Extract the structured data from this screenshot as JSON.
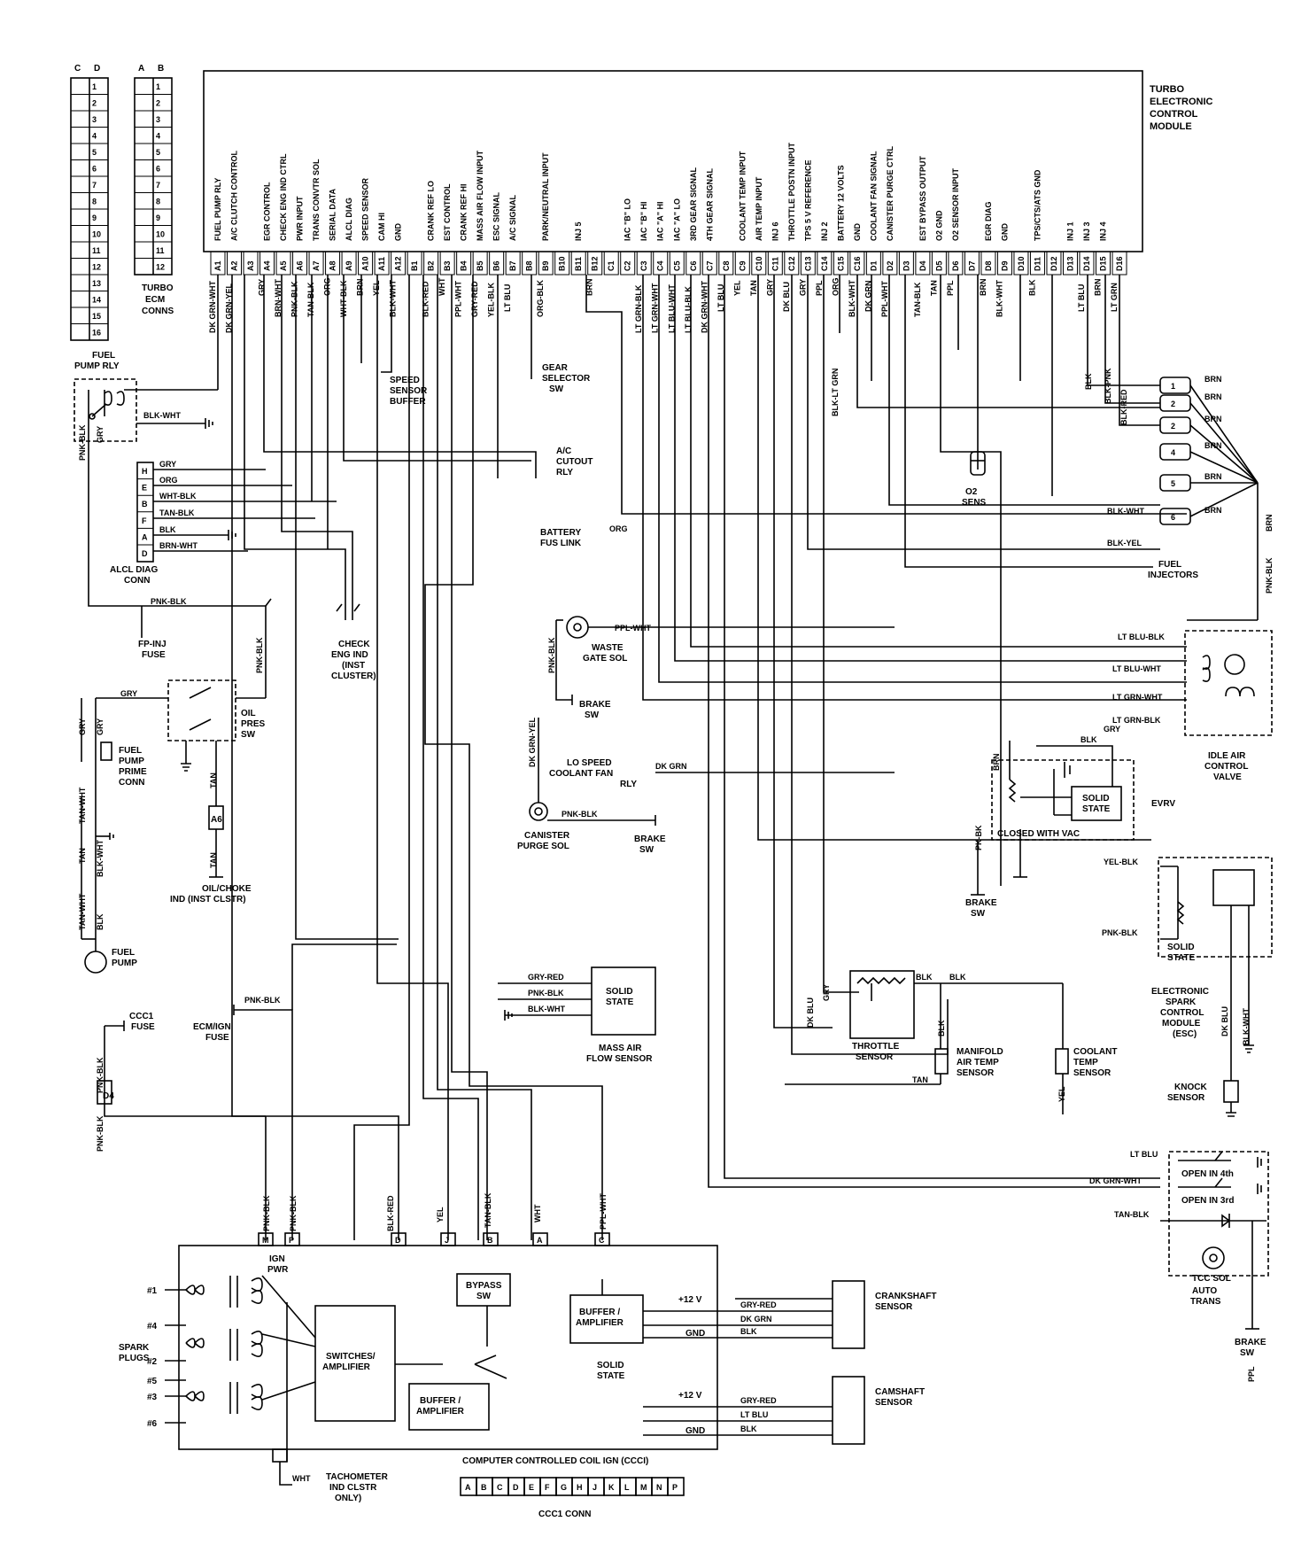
{
  "ecm": {
    "title": [
      "TURBO",
      "ELECTRONIC",
      "CONTROL",
      "MODULE"
    ],
    "pins": [
      {
        "pin": "A1",
        "func": "FUEL PUMP RLY",
        "wire": "DK GRN-WHT"
      },
      {
        "pin": "A2",
        "func": "A/C CLUTCH CONTROL",
        "wire": "DK GRN-YEL"
      },
      {
        "pin": "A3",
        "func": "",
        "wire": ""
      },
      {
        "pin": "A4",
        "func": "EGR CONTROL",
        "wire": "GRY"
      },
      {
        "pin": "A5",
        "func": "CHECK ENG IND CTRL",
        "wire": "BRN-WHT"
      },
      {
        "pin": "A6",
        "func": "PWR INPUT",
        "wire": "PNK-BLK"
      },
      {
        "pin": "A7",
        "func": "TRANS CONVTR SOL",
        "wire": "TAN-BLK"
      },
      {
        "pin": "A8",
        "func": "SERIAL DATA",
        "wire": "ORG"
      },
      {
        "pin": "A9",
        "func": "ALCL DIAG",
        "wire": "WHT-BLK"
      },
      {
        "pin": "A10",
        "func": "SPEED SENSOR",
        "wire": "BRN"
      },
      {
        "pin": "A11",
        "func": "CAM HI",
        "wire": "YEL"
      },
      {
        "pin": "A12",
        "func": "GND",
        "wire": "BLK-WHT"
      },
      {
        "pin": "B1",
        "func": "",
        "wire": ""
      },
      {
        "pin": "B2",
        "func": "CRANK REF LO",
        "wire": "BLK-RED"
      },
      {
        "pin": "B3",
        "func": "EST CONTROL",
        "wire": "WHT"
      },
      {
        "pin": "B4",
        "func": "CRANK REF HI",
        "wire": "PPL-WHT"
      },
      {
        "pin": "B5",
        "func": "MASS AIR FLOW INPUT",
        "wire": "GRY-RED"
      },
      {
        "pin": "B6",
        "func": "ESC SIGNAL",
        "wire": "YEL-BLK"
      },
      {
        "pin": "B7",
        "func": "A/C SIGNAL",
        "wire": "LT BLU"
      },
      {
        "pin": "B8",
        "func": "",
        "wire": ""
      },
      {
        "pin": "B9",
        "func": "PARK/NEUTRAL INPUT",
        "wire": "ORG-BLK"
      },
      {
        "pin": "B10",
        "func": "",
        "wire": ""
      },
      {
        "pin": "B11",
        "func": "INJ 5",
        "wire": ""
      },
      {
        "pin": "B12",
        "func": "",
        "wire": "BRN"
      },
      {
        "pin": "C1",
        "func": "",
        "wire": ""
      },
      {
        "pin": "C2",
        "func": "IAC \"B\" LO",
        "wire": ""
      },
      {
        "pin": "C3",
        "func": "IAC \"B\" HI",
        "wire": "LT GRN-BLK"
      },
      {
        "pin": "C4",
        "func": "IAC \"A\" HI",
        "wire": "LT GRN-WHT"
      },
      {
        "pin": "C5",
        "func": "IAC \"A\" LO",
        "wire": "LT BLU-WHT"
      },
      {
        "pin": "C6",
        "func": "3RD GEAR SIGNAL",
        "wire": "LT BLU-BLK"
      },
      {
        "pin": "C7",
        "func": "4TH GEAR SIGNAL",
        "wire": "DK GRN-WHT"
      },
      {
        "pin": "C8",
        "func": "",
        "wire": "LT BLU"
      },
      {
        "pin": "C9",
        "func": "COOLANT TEMP INPUT",
        "wire": "YEL"
      },
      {
        "pin": "C10",
        "func": "AIR TEMP INPUT",
        "wire": "TAN"
      },
      {
        "pin": "C11",
        "func": "INJ 6",
        "wire": "GRY"
      },
      {
        "pin": "C12",
        "func": "THROTTLE POSTN INPUT",
        "wire": "DK BLU"
      },
      {
        "pin": "C13",
        "func": "TPS 5 V REFERENCE",
        "wire": "GRY"
      },
      {
        "pin": "C14",
        "func": "INJ 2",
        "wire": "PPL"
      },
      {
        "pin": "C15",
        "func": "BATTERY 12 VOLTS",
        "wire": "ORG"
      },
      {
        "pin": "C16",
        "func": "GND",
        "wire": "BLK-WHT"
      },
      {
        "pin": "D1",
        "func": "COOLANT FAN SIGNAL",
        "wire": "DK GRN"
      },
      {
        "pin": "D2",
        "func": "CANISTER PURGE CTRL",
        "wire": "PPL-WHT"
      },
      {
        "pin": "D3",
        "func": "",
        "wire": ""
      },
      {
        "pin": "D4",
        "func": "EST BYPASS OUTPUT",
        "wire": "TAN-BLK"
      },
      {
        "pin": "D5",
        "func": "O2 GND",
        "wire": "TAN"
      },
      {
        "pin": "D6",
        "func": "O2 SENSOR INPUT",
        "wire": "PPL"
      },
      {
        "pin": "D7",
        "func": "",
        "wire": ""
      },
      {
        "pin": "D8",
        "func": "EGR DIAG",
        "wire": "BRN"
      },
      {
        "pin": "D9",
        "func": "GND",
        "wire": "BLK-WHT"
      },
      {
        "pin": "D10",
        "func": "",
        "wire": ""
      },
      {
        "pin": "D11",
        "func": "TPS/CTS/ATS GND",
        "wire": "BLK"
      },
      {
        "pin": "D12",
        "func": "",
        "wire": ""
      },
      {
        "pin": "D13",
        "func": "INJ 1",
        "wire": ""
      },
      {
        "pin": "D14",
        "func": "INJ 3",
        "wire": "LT BLU"
      },
      {
        "pin": "D15",
        "func": "INJ 4",
        "wire": "BRN"
      },
      {
        "pin": "D16",
        "func": "",
        "wire": "LT GRN"
      }
    ]
  },
  "conns": {
    "heads": [
      "C",
      "D",
      "A",
      "B"
    ],
    "left_nums": [
      "1",
      "2",
      "3",
      "4",
      "5",
      "6",
      "7",
      "8",
      "9",
      "10",
      "11",
      "12",
      "13",
      "14",
      "15",
      "16"
    ],
    "right_nums": [
      "1",
      "2",
      "3",
      "4",
      "5",
      "6",
      "7",
      "8",
      "9",
      "10",
      "11",
      "12"
    ],
    "caption": [
      "TURBO",
      "ECM",
      "CONNS"
    ]
  },
  "labels": {
    "fuel_pump_rly": [
      "FUEL",
      "PUMP RLY"
    ],
    "speed_sensor_buffer": [
      "SPEED",
      "SENSOR",
      "BUFFER"
    ],
    "gear_selector": [
      "GEAR",
      "SELECTOR",
      "SW"
    ],
    "ac_cutout": [
      "A/C",
      "CUTOUT",
      "RLY"
    ],
    "battery_fus": [
      "BATTERY",
      "FUS LINK"
    ],
    "o2_sens": [
      "O2",
      "SENS"
    ],
    "fuel_injectors": [
      "FUEL",
      "INJECTORS"
    ],
    "alcl_diag": [
      "ALCL DIAG",
      "CONN"
    ],
    "fp_inj_fuse": [
      "FP-INJ",
      "FUSE"
    ],
    "check_eng": [
      "CHECK",
      "ENG IND",
      "(INST",
      "CLUSTER)"
    ],
    "waste_gate": [
      "WASTE",
      "GATE SOL"
    ],
    "brake_sw": [
      "BRAKE",
      "SW"
    ],
    "oil_pres_sw": [
      "OIL",
      "PRES",
      "SW"
    ],
    "fuel_pump_prime": [
      "FUEL",
      "PUMP",
      "PRIME",
      "CONN"
    ],
    "oil_choke_ind": [
      "OIL/CHOKE",
      "IND (INST CLSTR)"
    ],
    "fuel_pump": [
      "FUEL",
      "PUMP"
    ],
    "lo_speed_fan": [
      "LO SPEED",
      "COOLANT FAN",
      "RLY"
    ],
    "canister_purge": [
      "CANISTER",
      "PURGE SOL"
    ],
    "idle_air": [
      "IDLE AIR",
      "CONTROL",
      "VALVE"
    ],
    "evrv": "EVRV",
    "solid_state": [
      "SOLID",
      "STATE"
    ],
    "closed_with_vac": "CLOSED WITH VAC",
    "esc_module": [
      "ELECTRONIC",
      "SPARK",
      "CONTROL",
      "MODULE",
      "(ESC)"
    ],
    "knock_sensor": [
      "KNOCK",
      "SENSOR"
    ],
    "mass_air_flow": [
      "MASS AIR",
      "FLOW SENSOR"
    ],
    "throttle_sensor": [
      "THROTTLE",
      "SENSOR"
    ],
    "manifold_air": [
      "MANIFOLD",
      "AIR TEMP",
      "SENSOR"
    ],
    "coolant_temp": [
      "COOLANT",
      "TEMP",
      "SENSOR"
    ],
    "ccc1_fuse": [
      "CCC1",
      "FUSE"
    ],
    "ecm_ign_fuse": [
      "ECM/IGN",
      "FUSE"
    ],
    "open_4th": "OPEN IN 4th",
    "open_3rd": "OPEN IN 3rd",
    "tcc_sol": "TCC SOL",
    "auto_trans": [
      "AUTO",
      "TRANS"
    ],
    "crankshaft_sensor": [
      "CRANKSHAFT",
      "SENSOR"
    ],
    "camshaft_sensor": [
      "CAMSHAFT",
      "SENSOR"
    ],
    "spark_plugs": [
      "SPARK",
      "PLUGS"
    ],
    "tachometer": [
      "TACHOMETER",
      "IND CLSTR",
      "ONLY)"
    ],
    "ccci_title": "COMPUTER CONTROLLED COIL IGN (CCCI)",
    "ccc1_conn": "CCC1 CONN",
    "ign_pwr": [
      "IGN",
      "PWR"
    ],
    "bypass_sw": [
      "BYPASS",
      "SW"
    ],
    "buffer_amp": [
      "BUFFER /",
      "AMPLIFIER"
    ],
    "switches_amp": [
      "SWITCHES/",
      "AMPLIFIER"
    ],
    "plus12v": "+12 V",
    "gnd": "GND",
    "plug_nums": [
      "#1",
      "#4",
      "#2",
      "#5",
      "#3",
      "#6"
    ],
    "d4": "D4",
    "a6": "A6",
    "ccc_letters": [
      "A",
      "B",
      "C",
      "D",
      "E",
      "F",
      "G",
      "H",
      "J",
      "K",
      "L",
      "M",
      "N",
      "P"
    ],
    "ccc_pins_top": [
      "M",
      "P",
      "D",
      "J",
      "B",
      "A",
      "C"
    ]
  },
  "wires": {
    "grn": "GRY",
    "org": "ORG",
    "wht_blk": "WHT-BLK",
    "tan_blk": "TAN-BLK",
    "blk": "BLK",
    "brn_wht": "BRN-WHT",
    "blk_wht": "BLK-WHT",
    "pnk_blk": "PNK-BLK",
    "gry": "GRY",
    "tan": "TAN",
    "tan_wht": "TAN-WHT",
    "ppl_wht": "PPL-WHT",
    "dk_grn": "DK GRN",
    "dk_grn_yel": "DK GRN-YEL",
    "lt_blu_blk": "LT BLU-BLK",
    "lt_blu_wht": "LT BLU-WHT",
    "lt_grn_wht": "LT GRN-WHT",
    "lt_grn_blk": "LT GRN-BLK",
    "yel_blk": "YEL-BLK",
    "gry_red": "GRY-RED",
    "lt_blu": "LT BLU",
    "dk_grn_wht": "DK GRN-WHT",
    "brn": "BRN",
    "blk_yel": "BLK-YEL",
    "blk_lt_grn": "BLK-LT GRN",
    "blk_red": "BLK-RED",
    "yel": "YEL",
    "wht": "WHT",
    "ppl": "PPL",
    "dk_blu": "DK BLU",
    "pk_bk": "PK-BK",
    "blk_pnk": "BLK-PNK",
    "inj_nums": [
      "1",
      "2",
      "2",
      "4",
      "5",
      "6"
    ],
    "diag_letters": [
      "H",
      "E",
      "B",
      "F",
      "A",
      "D"
    ]
  }
}
